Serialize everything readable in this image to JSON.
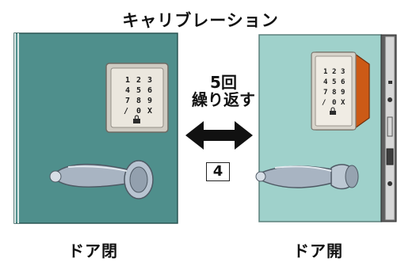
{
  "title": "キャリブレーション",
  "center": {
    "repeat_count": "5回",
    "repeat_action": "繰り返す",
    "step_number": "4"
  },
  "captions": {
    "left": "ドア閉",
    "right": "ドア開"
  },
  "keypad": {
    "keys": [
      "1",
      "2",
      "3",
      "4",
      "5",
      "6",
      "7",
      "8",
      "9",
      "/",
      "0",
      "X"
    ]
  },
  "colors": {
    "door_left": "#4f8f8c",
    "door_right": "#9fd1cb",
    "keypad_panel": "#d8d4cb",
    "keypad_side": "#cc5a16",
    "handle": "#a8b4c2"
  }
}
